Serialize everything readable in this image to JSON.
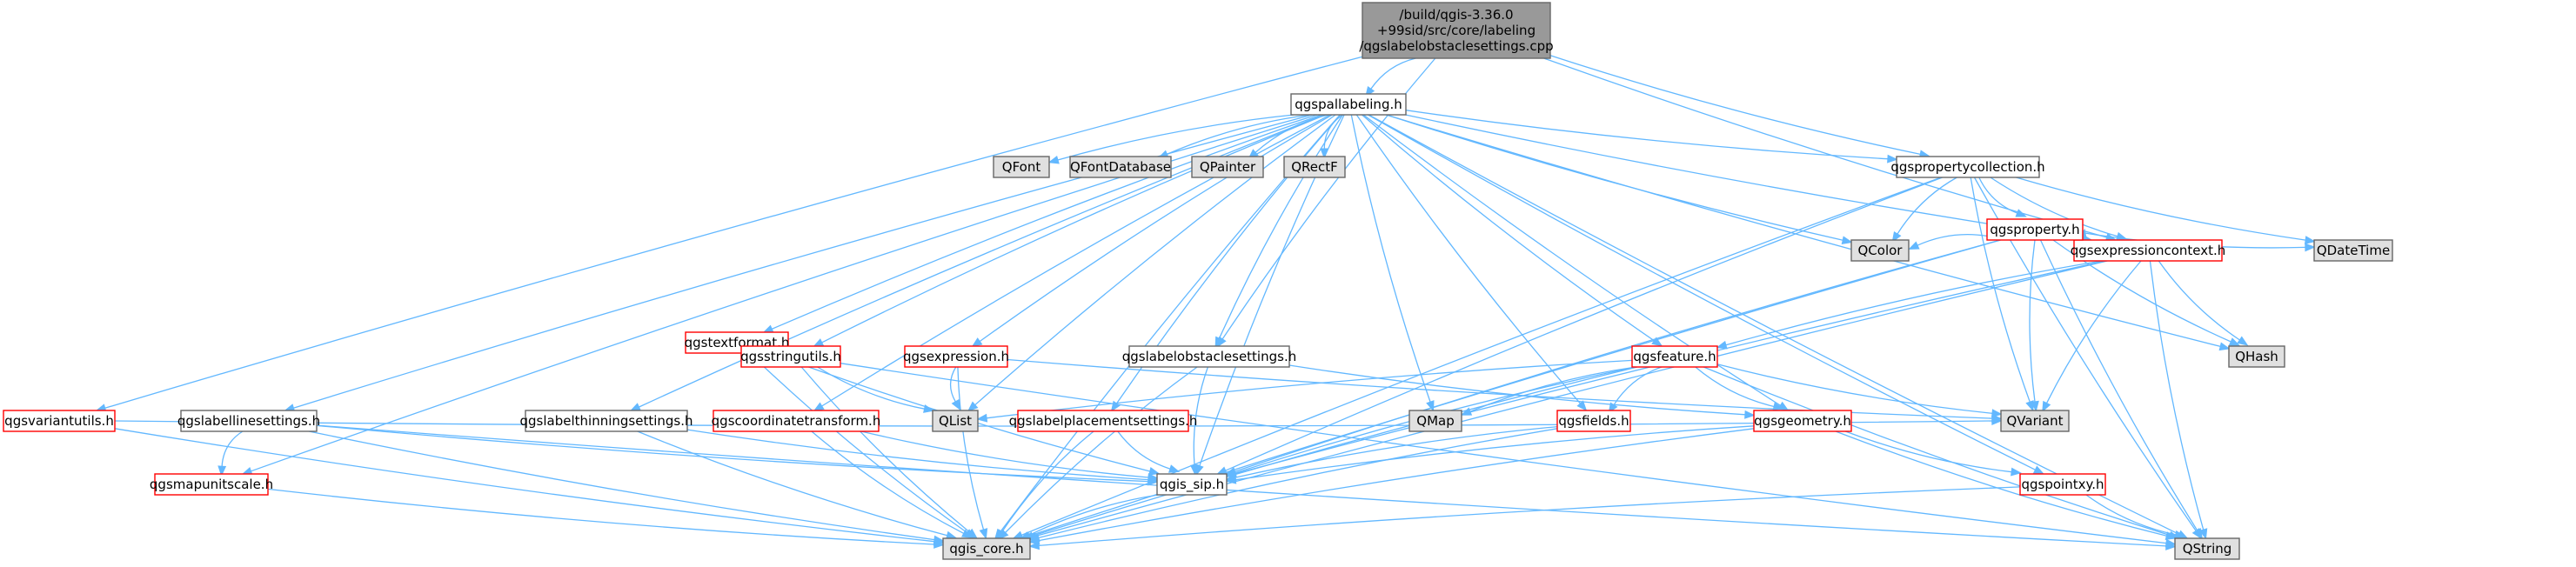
{
  "colors": {
    "edge": "#63b8ff",
    "border_default": "#666666",
    "border_red": "#ff0000",
    "fill_root": "#999999",
    "fill_white": "#ffffff",
    "fill_external": "#e0e0e0",
    "text": "#000000"
  },
  "nodes": [
    {
      "id": "root",
      "lines": [
        "/build/qgis-3.36.0",
        "+99sid/src/core/labeling",
        "/qgslabelobstaclesettings.cpp"
      ],
      "style": "root"
    },
    {
      "id": "qgspallabeling",
      "lines": [
        "qgspallabeling.h"
      ],
      "style": "white"
    },
    {
      "id": "qgsvariantutils",
      "lines": [
        "qgsvariantutils.h"
      ],
      "style": "red"
    },
    {
      "id": "qgspropertycollection",
      "lines": [
        "qgspropertycollection.h"
      ],
      "style": "white"
    },
    {
      "id": "qgsexpressioncontext",
      "lines": [
        "qgsexpressioncontext.h"
      ],
      "style": "red"
    },
    {
      "id": "qgslabelobstaclesettings",
      "lines": [
        "qgslabelobstaclesettings.h"
      ],
      "style": "white"
    },
    {
      "id": "QFont",
      "lines": [
        "QFont"
      ],
      "style": "external"
    },
    {
      "id": "QFontDatabase",
      "lines": [
        "QFontDatabase"
      ],
      "style": "external"
    },
    {
      "id": "QPainter",
      "lines": [
        "QPainter"
      ],
      "style": "external"
    },
    {
      "id": "QRectF",
      "lines": [
        "QRectF"
      ],
      "style": "external"
    },
    {
      "id": "qgstextformat",
      "lines": [
        "qgstextformat.h"
      ],
      "style": "red"
    },
    {
      "id": "qgsstringutils",
      "lines": [
        "qgsstringutils.h"
      ],
      "style": "red"
    },
    {
      "id": "qgsexpression",
      "lines": [
        "qgsexpression.h"
      ],
      "style": "red"
    },
    {
      "id": "qgsfeature",
      "lines": [
        "qgsfeature.h"
      ],
      "style": "red"
    },
    {
      "id": "qgsproperty",
      "lines": [
        "qgsproperty.h"
      ],
      "style": "red"
    },
    {
      "id": "QColor",
      "lines": [
        "QColor"
      ],
      "style": "external"
    },
    {
      "id": "QDateTime",
      "lines": [
        "QDateTime"
      ],
      "style": "external"
    },
    {
      "id": "QHash",
      "lines": [
        "QHash"
      ],
      "style": "external"
    },
    {
      "id": "qgslabellinesettings",
      "lines": [
        "qgslabellinesettings.h"
      ],
      "style": "white"
    },
    {
      "id": "qgslabelthinningsettings",
      "lines": [
        "qgslabelthinningsettings.h"
      ],
      "style": "white"
    },
    {
      "id": "qgscoordinatetransform",
      "lines": [
        "qgscoordinatetransform.h"
      ],
      "style": "red"
    },
    {
      "id": "qgslabelplacementsettings",
      "lines": [
        "qgslabelplacementsettings.h"
      ],
      "style": "red"
    },
    {
      "id": "QList",
      "lines": [
        "QList"
      ],
      "style": "external"
    },
    {
      "id": "QMap",
      "lines": [
        "QMap"
      ],
      "style": "external"
    },
    {
      "id": "qgsfields",
      "lines": [
        "qgsfields.h"
      ],
      "style": "red"
    },
    {
      "id": "qgsgeometry",
      "lines": [
        "qgsgeometry.h"
      ],
      "style": "red"
    },
    {
      "id": "QVariant",
      "lines": [
        "QVariant"
      ],
      "style": "external"
    },
    {
      "id": "qgsmapunitscale",
      "lines": [
        "qgsmapunitscale.h"
      ],
      "style": "red"
    },
    {
      "id": "qgis_sip",
      "lines": [
        "qgis_sip.h"
      ],
      "style": "white"
    },
    {
      "id": "qgspointxy",
      "lines": [
        "qgspointxy.h"
      ],
      "style": "red"
    },
    {
      "id": "qgis_core",
      "lines": [
        "qgis_core.h"
      ],
      "style": "external"
    },
    {
      "id": "QString",
      "lines": [
        "QString"
      ],
      "style": "external"
    }
  ],
  "edges": [
    [
      "root",
      "qgspallabeling"
    ],
    [
      "root",
      "qgsvariantutils"
    ],
    [
      "root",
      "qgspropertycollection"
    ],
    [
      "root",
      "qgsexpressioncontext"
    ],
    [
      "root",
      "qgslabelobstaclesettings"
    ],
    [
      "qgspallabeling",
      "qgis_core"
    ],
    [
      "qgspallabeling",
      "qgis_sip"
    ],
    [
      "qgspallabeling",
      "QFont"
    ],
    [
      "qgspallabeling",
      "QFontDatabase"
    ],
    [
      "qgspallabeling",
      "QPainter"
    ],
    [
      "qgspallabeling",
      "QRectF"
    ],
    [
      "qgspallabeling",
      "QString"
    ],
    [
      "qgspallabeling",
      "QList"
    ],
    [
      "qgspallabeling",
      "QHash"
    ],
    [
      "qgspallabeling",
      "QMap"
    ],
    [
      "qgspallabeling",
      "QColor"
    ],
    [
      "qgspallabeling",
      "qgsfeature"
    ],
    [
      "qgspallabeling",
      "qgsgeometry"
    ],
    [
      "qgspallabeling",
      "qgsfields"
    ],
    [
      "qgspallabeling",
      "qgspointxy"
    ],
    [
      "qgspallabeling",
      "qgsmapunitscale"
    ],
    [
      "qgspallabeling",
      "qgsstringutils"
    ],
    [
      "qgspallabeling",
      "qgstextformat"
    ],
    [
      "qgspallabeling",
      "qgspropertycollection"
    ],
    [
      "qgspallabeling",
      "qgslabelplacementsettings"
    ],
    [
      "qgspallabeling",
      "qgslabelobstaclesettings"
    ],
    [
      "qgspallabeling",
      "qgslabelthinningsettings"
    ],
    [
      "qgspallabeling",
      "qgslabellinesettings"
    ],
    [
      "qgspallabeling",
      "qgscoordinatetransform"
    ],
    [
      "qgspallabeling",
      "qgsexpression"
    ],
    [
      "qgspallabeling",
      "qgsexpressioncontext"
    ],
    [
      "qgsvariantutils",
      "qgis_core"
    ],
    [
      "qgsvariantutils",
      "QVariant"
    ],
    [
      "qgspropertycollection",
      "qgis_core"
    ],
    [
      "qgspropertycollection",
      "qgis_sip"
    ],
    [
      "qgspropertycollection",
      "QString"
    ],
    [
      "qgspropertycollection",
      "QVariant"
    ],
    [
      "qgspropertycollection",
      "QColor"
    ],
    [
      "qgspropertycollection",
      "QDateTime"
    ],
    [
      "qgspropertycollection",
      "qgsproperty"
    ],
    [
      "qgspropertycollection",
      "qgsexpressioncontext"
    ],
    [
      "qgsproperty",
      "qgis_core"
    ],
    [
      "qgsproperty",
      "qgis_sip"
    ],
    [
      "qgsproperty",
      "qgsexpressioncontext"
    ],
    [
      "qgsproperty",
      "QVariant"
    ],
    [
      "qgsproperty",
      "QHash"
    ],
    [
      "qgsproperty",
      "QString"
    ],
    [
      "qgsproperty",
      "QColor"
    ],
    [
      "qgsproperty",
      "QDateTime"
    ],
    [
      "qgsexpressioncontext",
      "qgis_core"
    ],
    [
      "qgsexpressioncontext",
      "qgis_sip"
    ],
    [
      "qgsexpressioncontext",
      "QVariant"
    ],
    [
      "qgsexpressioncontext",
      "QHash"
    ],
    [
      "qgsexpressioncontext",
      "QString"
    ],
    [
      "qgsexpressioncontext",
      "qgsfeature"
    ],
    [
      "qgsfeature",
      "qgis_core"
    ],
    [
      "qgsfeature",
      "qgis_sip"
    ],
    [
      "qgsfeature",
      "QMap"
    ],
    [
      "qgsfeature",
      "QString"
    ],
    [
      "qgsfeature",
      "QVariant"
    ],
    [
      "qgsfeature",
      "QList"
    ],
    [
      "qgsfeature",
      "qgsfields"
    ],
    [
      "qgsfeature",
      "qgsgeometry"
    ],
    [
      "qgsfields",
      "qgis_core"
    ],
    [
      "qgsfields",
      "qgis_sip"
    ],
    [
      "qgsgeometry",
      "qgis_core"
    ],
    [
      "qgsgeometry",
      "qgis_sip"
    ],
    [
      "qgsgeometry",
      "qgspointxy"
    ],
    [
      "qgsgeometry",
      "QString"
    ],
    [
      "qgspointxy",
      "qgis_core"
    ],
    [
      "qgspointxy",
      "QString"
    ],
    [
      "qgslabelobstaclesettings",
      "qgis_core"
    ],
    [
      "qgslabelobstaclesettings",
      "qgis_sip"
    ],
    [
      "qgslabelobstaclesettings",
      "qgsgeometry"
    ],
    [
      "qgstextformat",
      "qgis_core"
    ],
    [
      "qgstextformat",
      "qgis_sip"
    ],
    [
      "qgstextformat",
      "qgsstringutils"
    ],
    [
      "qgsstringutils",
      "qgis_core"
    ],
    [
      "qgsstringutils",
      "QString"
    ],
    [
      "qgsstringutils",
      "QList"
    ],
    [
      "qgsexpression",
      "qgis_core"
    ],
    [
      "qgsexpression",
      "QList"
    ],
    [
      "qgsexpression",
      "QVariant"
    ],
    [
      "qgslabellinesettings",
      "qgis_core"
    ],
    [
      "qgslabellinesettings",
      "qgis_sip"
    ],
    [
      "qgslabellinesettings",
      "qgsmapunitscale"
    ],
    [
      "qgslabellinesettings",
      "QString"
    ],
    [
      "qgslabelthinningsettings",
      "qgis_core"
    ],
    [
      "qgslabelthinningsettings",
      "qgis_sip"
    ],
    [
      "qgscoordinatetransform",
      "qgis_core"
    ],
    [
      "qgscoordinatetransform",
      "qgis_sip"
    ],
    [
      "qgslabelplacementsettings",
      "qgis_core"
    ],
    [
      "qgslabelplacementsettings",
      "qgis_sip"
    ],
    [
      "qgsmapunitscale",
      "qgis_core"
    ],
    [
      "qgis_sip",
      "qgis_core"
    ]
  ]
}
